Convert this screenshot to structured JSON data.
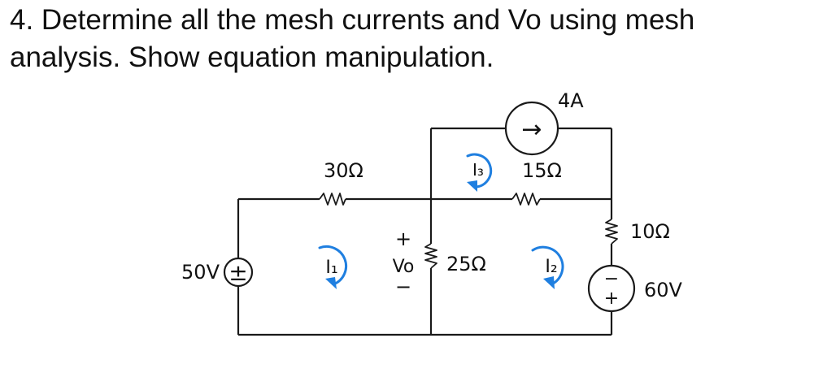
{
  "question": {
    "line1": "4. Determine all the mesh currents and Vo using mesh",
    "line2": "analysis. Show equation manipulation."
  },
  "circuit": {
    "source_50v": "50V",
    "source_50v_sign": "±",
    "resistor_30": "30Ω",
    "resistor_15": "15Ω",
    "resistor_25": "25Ω",
    "resistor_10": "10Ω",
    "current_source": "4A",
    "current_source_arrow": "→",
    "source_60v": "60V",
    "source_60v_minus": "−",
    "source_60v_plus": "+",
    "vo_label": "Vo",
    "vo_plus": "+",
    "vo_minus": "−",
    "mesh_1": "I₁",
    "mesh_2": "I₂",
    "mesh_3": "I₃"
  },
  "colors": {
    "mesh_arrow": "#1f7fe0",
    "ink": "#111111"
  }
}
